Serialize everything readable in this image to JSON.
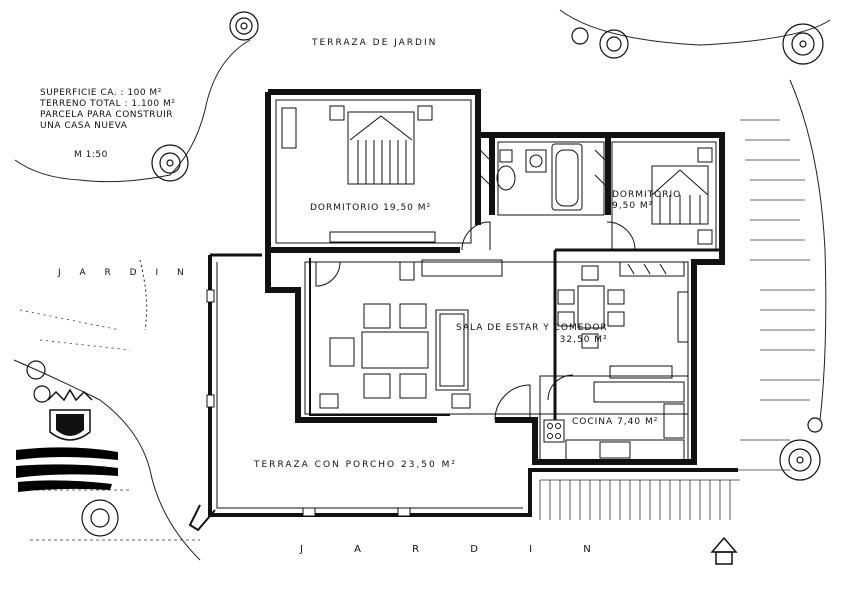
{
  "labels": {
    "top_garden": "TERRAZA DE JARDIN",
    "left_garden": "J A R D I N",
    "bottom_garden": "J A R D I N",
    "bedroom_main_name": "DORMITORIO",
    "bedroom_main_area": "19,50 M²",
    "bedroom_small_name": "DORMITORIO",
    "bedroom_small_area": "9,50 M²",
    "living_name": "SALA DE ESTAR Y COMEDOR",
    "living_area": "32,50 M²",
    "kitchen_name": "COCINA",
    "kitchen_area": "7,40 M²",
    "porch_name": "TERRAZA CON PORCHO",
    "porch_area": "23,50 M²"
  },
  "info": {
    "line1": "SUPERFICIE CA. :  100 M²",
    "line2": "TERRENO TOTAL : 1.100 M²",
    "line3": "PARCELA PARA CONSTRUIR",
    "line4": "UNA CASA NUEVA",
    "scale": "M 1:50"
  },
  "icons": {
    "north": "north-arrow-icon",
    "crest": "coat-of-arms-icon",
    "trees": "tree-icon"
  }
}
